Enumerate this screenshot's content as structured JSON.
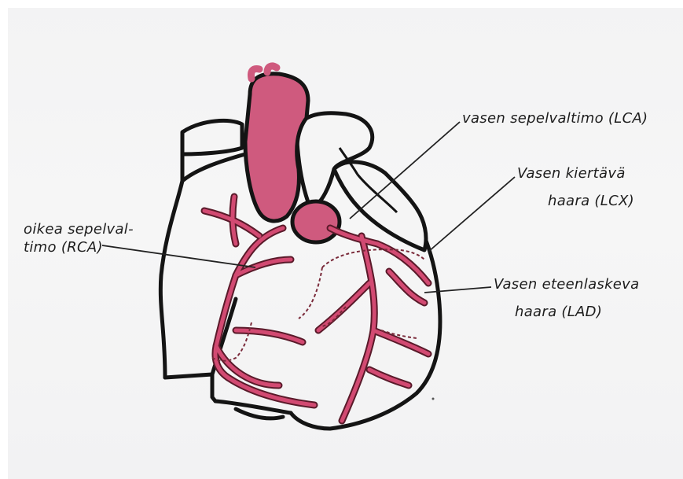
{
  "colors": {
    "paper": "#f4f4f5",
    "outline": "#141414",
    "vessel": "#d24a72",
    "aorta": "#cf5a7e",
    "leader": "#222222"
  },
  "labels": {
    "lca": "vasen sepelvaltimo (LCA)",
    "lcx_line1": "Vasen kiertävä",
    "lcx_line2": "haara (LCX)",
    "rca_line1": "oikea sepelval-",
    "rca_line2": "timo (RCA)",
    "lad_line1": "Vasen eteenlaskeva",
    "lad_line2": "haara (LAD)"
  }
}
